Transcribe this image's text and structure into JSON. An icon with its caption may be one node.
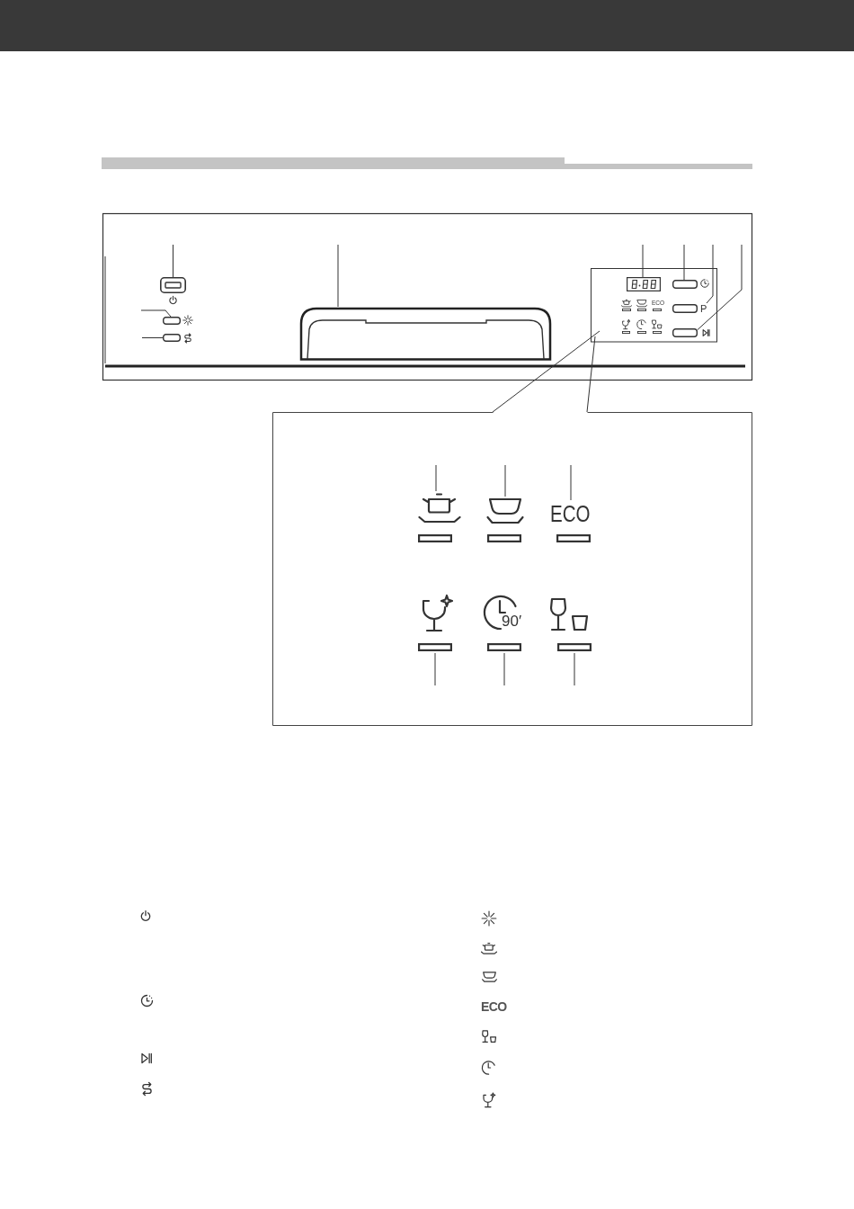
{
  "diagram": {
    "nodes": [
      {
        "text": [],
        "shape": "box"
      },
      {
        "text": [],
        "shape": "box"
      },
      {
        "text": [],
        "shape": "box"
      },
      {
        "text": [],
        "shape": "box"
      },
      {
        "text": [],
        "shape": "box"
      },
      {
        "text": [],
        "shape": "box"
      },
      {
        "text": [],
        "shape": "box",
        "beside": [
          "P"
        ]
      },
      {
        "text": [],
        "shape": "box"
      },
      {
        "text": [],
        "shape": "box"
      },
      {
        "text": [],
        "shape": "picture",
        "in": 8
      },
      {
        "text": [],
        "shape": "picture",
        "in": 8
      },
      {
        "text": [
          "ECO"
        ],
        "in": 8
      },
      {
        "text": [],
        "shape": "picture",
        "in": 8
      },
      {
        "text": [
          "90′"
        ],
        "in": 8
      },
      {
        "text": [],
        "shape": "picture",
        "in": 8
      }
    ],
    "edges": [
      {
        "from": null,
        "to": 0,
        "arrow": "none"
      },
      {
        "from": null,
        "to": 1,
        "arrow": "none"
      },
      {
        "from": null,
        "to": 2,
        "arrow": "none"
      },
      {
        "from": null,
        "to": 3,
        "arrow": "none"
      },
      {
        "from": null,
        "to": 4,
        "arrow": "none"
      },
      {
        "from": null,
        "to": 5,
        "arrow": "none"
      },
      {
        "from": null,
        "to": 6,
        "arrow": "none"
      },
      {
        "from": null,
        "to": 7,
        "arrow": "none"
      },
      {
        "from": null,
        "to": 9,
        "arrow": "none"
      },
      {
        "from": null,
        "to": 10,
        "arrow": "none"
      },
      {
        "from": null,
        "to": 11,
        "arrow": "none"
      },
      {
        "from": null,
        "to": 12,
        "arrow": "none"
      },
      {
        "from": null,
        "to": 13,
        "arrow": "none"
      },
      {
        "from": null,
        "to": 14,
        "arrow": "none"
      }
    ],
    "labels": [
      "ECO",
      "ECO"
    ]
  }
}
